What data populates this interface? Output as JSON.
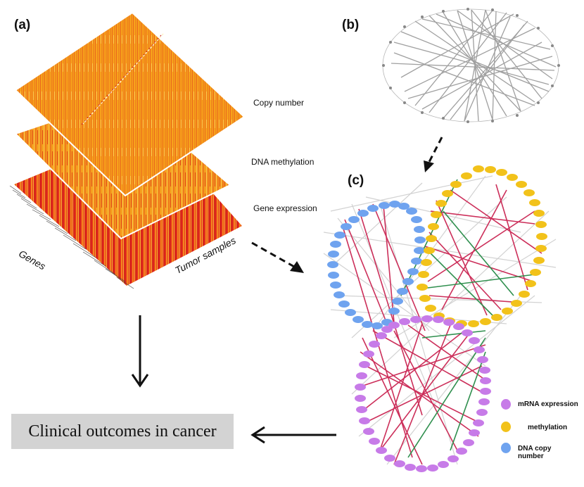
{
  "panels": {
    "a": "(a)",
    "b": "(b)",
    "c": "(c)"
  },
  "layers": {
    "copy_number": "Copy number",
    "dna_methylation": "DNA methylation",
    "gene_expression": "Gene expression"
  },
  "axes": {
    "genes": "Genes",
    "tumor_samples": "Tumor samples"
  },
  "outcome": "Clinical outcomes in cancer",
  "legend": [
    {
      "label": "mRNA expression",
      "color": "#c77be8"
    },
    {
      "label": "methylation",
      "color": "#f2c21a"
    },
    {
      "label": "DNA copy number",
      "color": "#6fa3ef"
    }
  ],
  "colors": {
    "heat_low": "#f7a21b",
    "heat_mid": "#ef6b1f",
    "heat_high": "#d9261c",
    "edge_red": "#cc2f5a",
    "edge_green": "#2f8f4e",
    "edge_gray": "#c8c8c8"
  }
}
